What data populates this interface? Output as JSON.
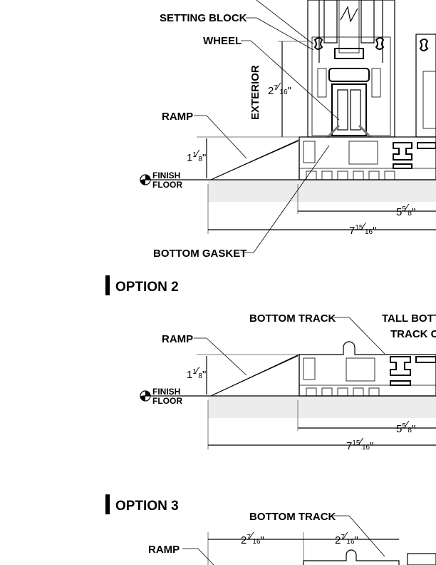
{
  "labels": {
    "setting_block": "SETTING BLOCK",
    "wheel": "WHEEL",
    "exterior": "EXTERIOR",
    "ramp": "RAMP",
    "finish": "FINISH",
    "floor": "FLOOR",
    "bottom_gasket": "BOTTOM GASKET",
    "bottom_track": "BOTTOM TRACK",
    "tall_bottom_1": "TALL BOTTO",
    "tall_bottom_2": "TRACK C"
  },
  "options": {
    "option2": "OPTION 2",
    "option3": "OPTION 3"
  },
  "dims": {
    "d_2_7_16": {
      "whole": "2",
      "num": "7",
      "den": "16"
    },
    "d_1_1_8": {
      "whole": "1",
      "num": "1",
      "den": "8"
    },
    "d_5_5_8": {
      "whole": "5",
      "num": "5",
      "den": "8"
    },
    "d_7_15_16": {
      "whole": "7",
      "num": "15",
      "den": "16"
    }
  }
}
